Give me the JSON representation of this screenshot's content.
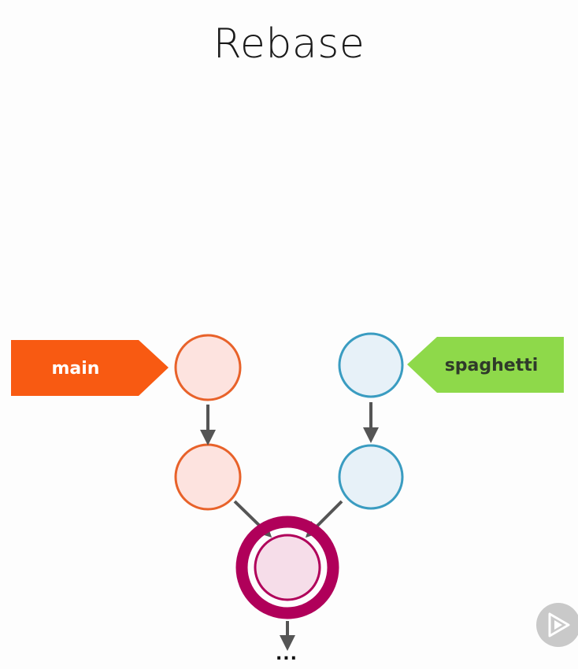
{
  "title": "Rebase",
  "branches": {
    "main": {
      "label": "main",
      "color": "#f85a12",
      "text_color": "#ffffff"
    },
    "spaghetti": {
      "label": "spaghetti",
      "color": "#8ed94a",
      "text_color": "#2f3a2a"
    }
  },
  "colors": {
    "main_commit_fill": "#fde3df",
    "main_commit_stroke": "#e8622a",
    "spaghetti_commit_fill": "#e7f1f8",
    "spaghetti_commit_stroke": "#3a9cc1",
    "merge_outer": "#b0005a",
    "merge_inner_fill": "#f6dde9",
    "arrow": "#555555",
    "player_button": "#c9c9c9"
  },
  "continuation": "...",
  "icons": {
    "player": "play-icon"
  }
}
